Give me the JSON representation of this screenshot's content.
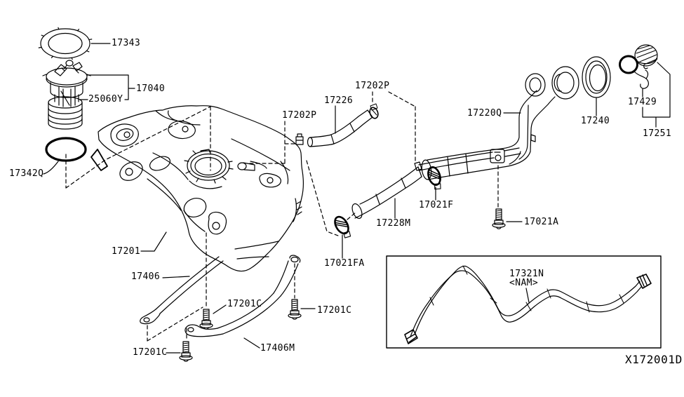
{
  "diagram": {
    "type": "parts-diagram",
    "subject": "fuel tank and filler piping exploded view",
    "drawing_code": "X172001D",
    "labels": {
      "p17343": "17343",
      "p17040": "17040",
      "p25060Y": "25060Y",
      "p17342Q": "17342Q",
      "p17202P_a": "17202P",
      "p17226": "17226",
      "p17202P_b": "17202P",
      "p17220Q": "17220Q",
      "p17240": "17240",
      "p17429": "17429",
      "p17251": "17251",
      "p17201": "17201",
      "p17406": "17406",
      "p17201C_a": "17201C",
      "p17201C_b": "17201C",
      "p17201C_c": "17201C",
      "p17406M": "17406M",
      "p17021FA": "17021FA",
      "p17228M": "17228M",
      "p17021F": "17021F",
      "p17021A": "17021A",
      "p17321N": "17321N",
      "p17321N_note": "<NAM>",
      "code": "X172001D"
    },
    "colors": {
      "line": "#000000",
      "background": "#ffffff"
    }
  }
}
